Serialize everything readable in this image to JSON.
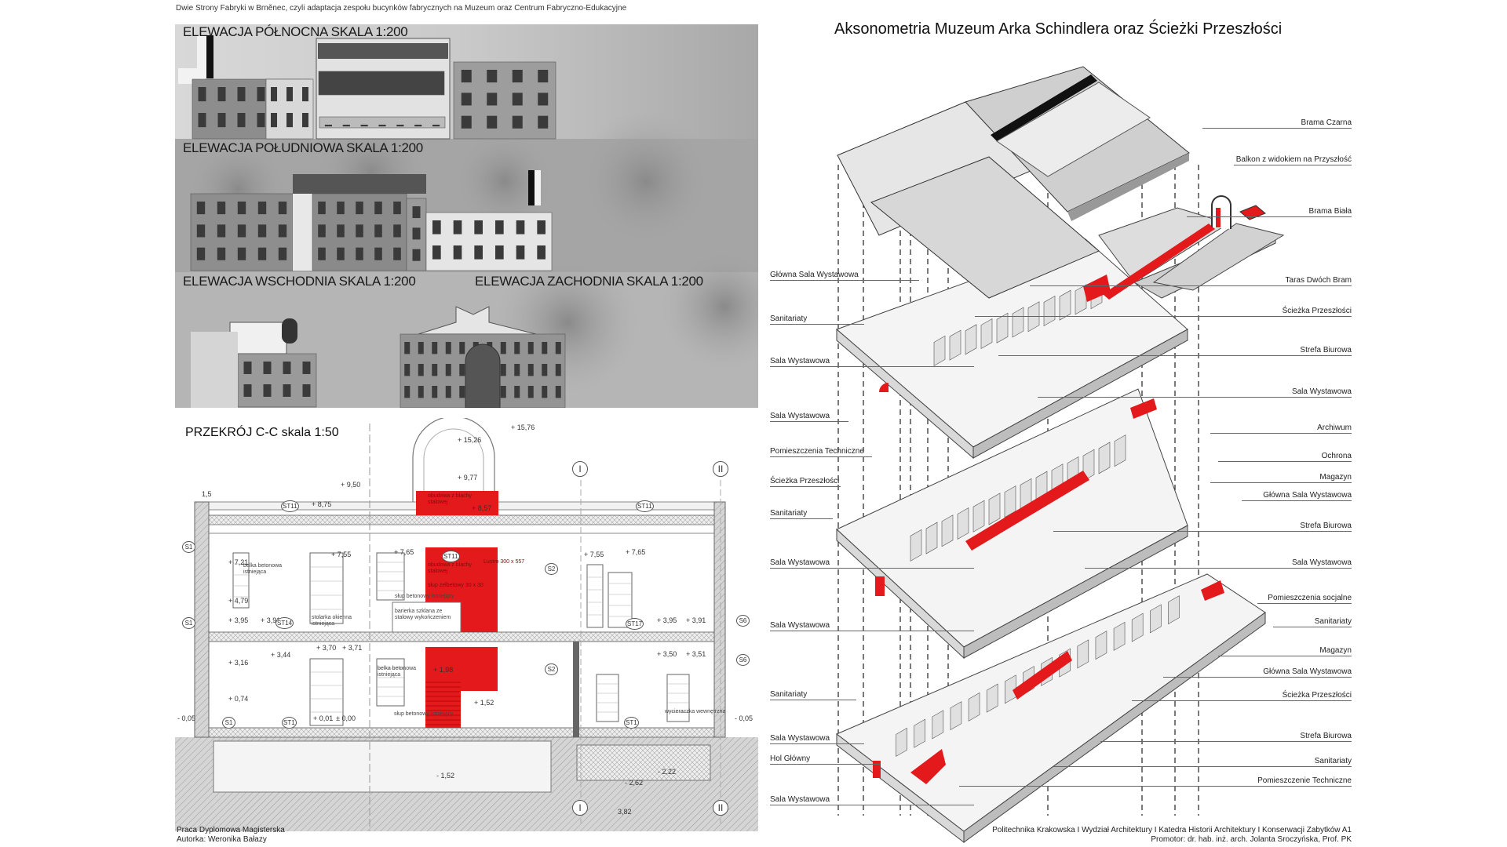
{
  "header": {
    "subtitle": "Dwie Strony Fabryki w Brněnec, czyli adaptacja zespołu bucynków fabrycznych na Muzeum oraz Centrum Fabryczno-Edukacyjne"
  },
  "elevations": {
    "north": "ELEWACJA PÓŁNOCNA SKALA 1:200",
    "south": "ELEWACJA POŁUDNIOWA SKALA 1:200",
    "east": "ELEWACJA WSCHODNIA SKALA 1:200",
    "west": "ELEWACJA ZACHODNIA SKALA 1:200"
  },
  "section": {
    "title": "PRZEKRÓJ C-C skala 1:50",
    "levels": [
      "+ 9,50",
      "+ 8,75",
      "+ 15,26",
      "+ 15,76",
      "+ 9,77",
      "+ 8,57",
      "+ 7,21",
      "+ 7,55",
      "+ 7,65",
      "+ 7,55",
      "+ 7,65",
      "+ 4,79",
      "+ 3,95",
      "+ 3,91",
      "+ 3,95",
      "+ 3,91",
      "+ 3,16",
      "+ 3,44",
      "+ 3,70",
      "+ 3,71",
      "+ 3,50",
      "+ 3,51",
      "+ 1,98",
      "+ 1,52",
      "+ 0,74",
      "- 0,05",
      "- 0,05",
      "+ 0,01",
      "± 0,00",
      "- 1,52",
      "- 2,62",
      "- 2,22",
      "3,82",
      "1,5"
    ],
    "markers": [
      "S1",
      "S1",
      "S1",
      "ST11",
      "ST11",
      "ST14",
      "ST1",
      "ST17",
      "ST1",
      "S2",
      "S2",
      "S6",
      "S6",
      "ST11"
    ],
    "axes": [
      "I",
      "II",
      "I",
      "II"
    ],
    "notes": [
      "belka betonowa istniejąca",
      "stolarka okienna istniejąca",
      "słup betonowy istniejący",
      "barierka szklana ze stalowy wykończeniem",
      "obudowa z blachy stalowej",
      "obudowa z blachy stalowej",
      "słup żelbetowy 30 x 30",
      "Lustro 300 x 557",
      "belka betonowa istniejąca",
      "słup betonowy istniejący",
      "wycieraczka wewnętrzna"
    ],
    "accent_color": "#e3191c"
  },
  "axonometry": {
    "title": "Aksonometria Muzeum Arka Schindlera oraz Ścieżki Przeszłości",
    "right_labels": [
      "Brama Czarna",
      "Balkon z widokiem na Przyszłość",
      "Brama Biała",
      "Taras Dwóch Bram",
      "Ścieżka Przeszłości",
      "Strefa Biurowa",
      "Sala Wystawowa",
      "Archiwum",
      "Ochrona",
      "Magazyn",
      "Główna Sala Wystawowa",
      "Strefa Biurowa",
      "Sala Wystawowa",
      "Pomieszczenia socjalne",
      "Sanitariaty",
      "Magazyn",
      "Główna Sala Wystawowa",
      "Ścieżka Przeszłości",
      "Strefa Biurowa",
      "Sanitariaty",
      "Pomieszczenie Techniczne"
    ],
    "left_labels": [
      "Główna Sala Wystawowa",
      "Sanitariaty",
      "Sala Wystawowa",
      "Sala Wystawowa",
      "Pomieszczenia Techniczne",
      "Ścieżka Przeszłości",
      "Sanitariaty",
      "Sala Wystawowa",
      "Sala Wystawowa",
      "Sanitariaty",
      "Sala Wystawowa",
      "Hol Główny",
      "Sala Wystawowa"
    ]
  },
  "footer": {
    "left_line1": "Praca Dyplomowa Magisterska",
    "left_line2": "Autorka: Weronika Bałazy",
    "right_line1": "Politechnika Krakowska I Wydział Architektury I Katedra Historii Architektury I  Konserwacji Zabytków A1",
    "right_line2": "Promotor: dr. hab. inż. arch. Jolanta Sroczyńska, Prof. PK"
  }
}
